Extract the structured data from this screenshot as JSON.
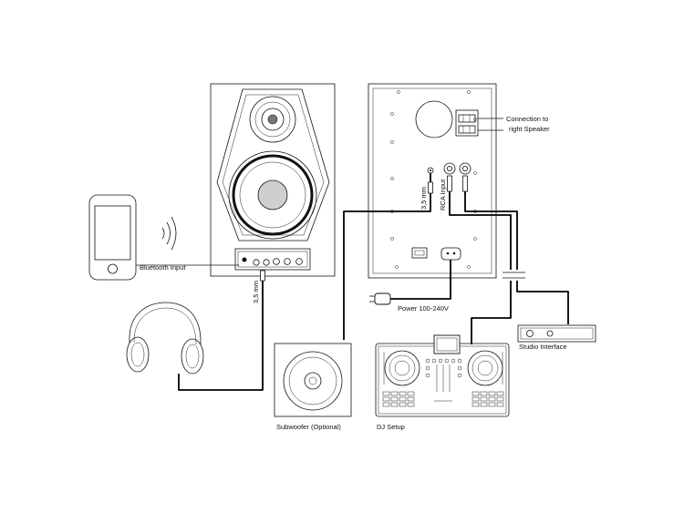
{
  "labels": {
    "connection_line1": "Connection to",
    "connection_line2": "right Speaker",
    "bluetooth_input": "Bluetooth Input",
    "headphone_mm": "3,5 mm",
    "rear_mm": "3,5 mm",
    "rca_input": "RCA Input",
    "power": "Power 100-240V",
    "studio_interface": "Studio Interface",
    "subwoofer": "Subwoofer (Optional)",
    "dj_setup": "DJ Setup"
  },
  "icons": {
    "phone": "smartphone-icon",
    "bluetooth": "wireless-signal-icon",
    "headphones": "headphones-icon",
    "subwoofer": "subwoofer-icon",
    "dj": "dj-controller-icon",
    "interface": "audio-interface-icon"
  },
  "colors": {
    "line": "#111111",
    "background": "#ffffff"
  }
}
